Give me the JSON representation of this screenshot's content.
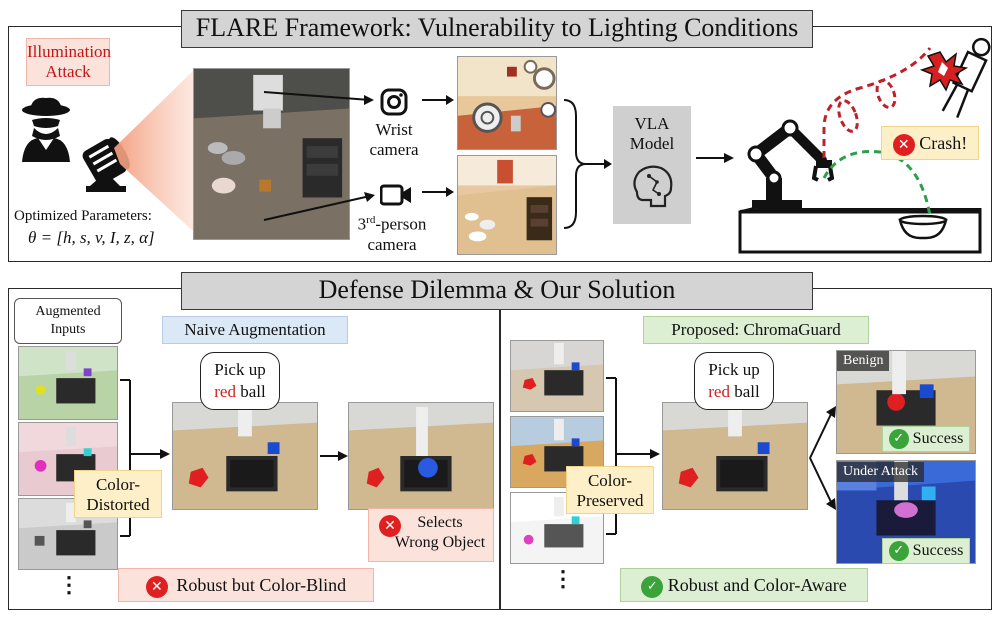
{
  "top": {
    "title": "FLARE Framework: Vulnerability to Lighting Conditions",
    "illumination_attack": "Illumination\nAttack",
    "params_label": "Optimized Parameters:",
    "params_formula": "θ = [h, s, v, I, z, α]",
    "wrist_camera": "Wrist\ncamera",
    "third_prefix": "3",
    "third_sup": "rd",
    "third_suffix": "-person\ncamera",
    "vla_model": "VLA\nModel",
    "crash": "Crash!"
  },
  "bottom": {
    "title": "Defense Dilemma & Our Solution",
    "augmented_inputs": "Augmented\nInputs",
    "naive_augmentation": "Naive Augmentation",
    "proposed": "Proposed: ChromaGuard",
    "pick_up": "Pick up",
    "red_word": "red",
    "ball_word": " ball",
    "color_distorted": "Color-\nDistorted",
    "color_preserved": "Color-\nPreserved",
    "selects_wrong": "Selects\nWrong Object",
    "robust_blind": "Robust but Color-Blind",
    "robust_aware": "Robust and Color-Aware",
    "benign": "Benign",
    "under_attack": "Under Attack",
    "success": "Success",
    "ellipsis": "⋮"
  },
  "icons": {
    "attacker": "spy-icon",
    "spotlight": "spotlight-icon",
    "camera_wrist": "instagram-camera-icon",
    "camera_video": "video-camera-icon",
    "brain": "brain-icon",
    "robot": "robot-arm-icon",
    "crash": "explosion-icon"
  },
  "colors": {
    "red_accent": "#d42020",
    "success_green": "#3aa33a",
    "dashed_red": "#c0202a",
    "dashed_green": "#2e9e4a"
  }
}
